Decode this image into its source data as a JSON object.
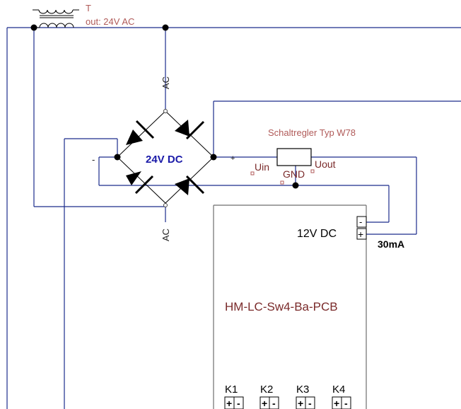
{
  "transformer": {
    "ref": "T",
    "output": "out: 24V AC"
  },
  "bridge": {
    "ac_top": "AC",
    "ac_bottom": "AC",
    "dc": "24V DC",
    "minus": "-",
    "plus": "+"
  },
  "regulator": {
    "title": "Schaltregler Typ W78",
    "uin": "Uin",
    "gnd": "GND",
    "uout": "Uout"
  },
  "module": {
    "supply": "12V DC",
    "minus": "-",
    "plus": "+",
    "current": "30mA",
    "name": "HM-LC-Sw4-Ba-PCB",
    "channels": [
      {
        "label": "K1",
        "plus": "+",
        "minus": "-"
      },
      {
        "label": "K2",
        "plus": "+",
        "minus": "-"
      },
      {
        "label": "K3",
        "plus": "+",
        "minus": "-"
      },
      {
        "label": "K4",
        "plus": "+",
        "minus": "-"
      }
    ]
  },
  "colors": {
    "wire": "#1c2c8c",
    "gray_wire": "#6e6e6e",
    "label_red": "#b05a58",
    "label_maroon": "#7a2a2a",
    "label_blue": "#1a1aa8"
  }
}
